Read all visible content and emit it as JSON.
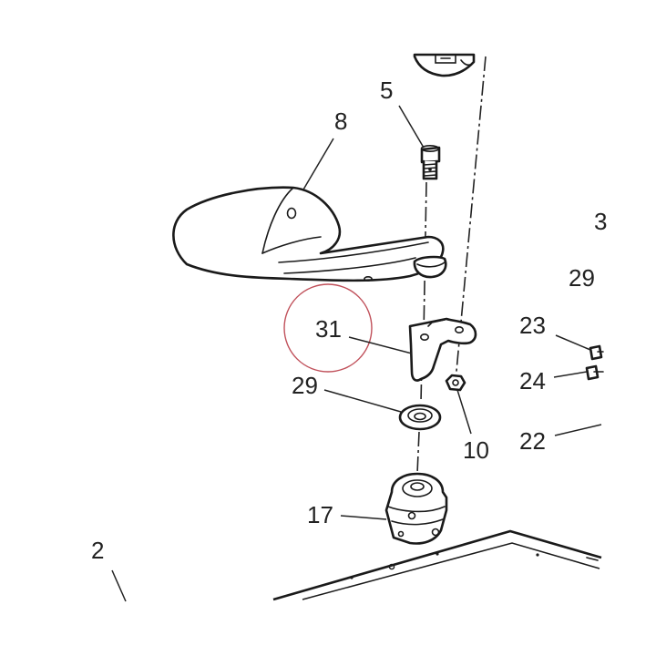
{
  "callouts": {
    "c2": "2",
    "c5": "5",
    "c8": "8",
    "c10": "10",
    "c17": "17",
    "c22": "22",
    "c23": "23",
    "c24": "24",
    "c29a": "29",
    "c29b": "29",
    "c31": "31",
    "c3": "3"
  },
  "colors": {
    "line": "#1a1a1a",
    "highlight_circle": "#c0505a"
  }
}
